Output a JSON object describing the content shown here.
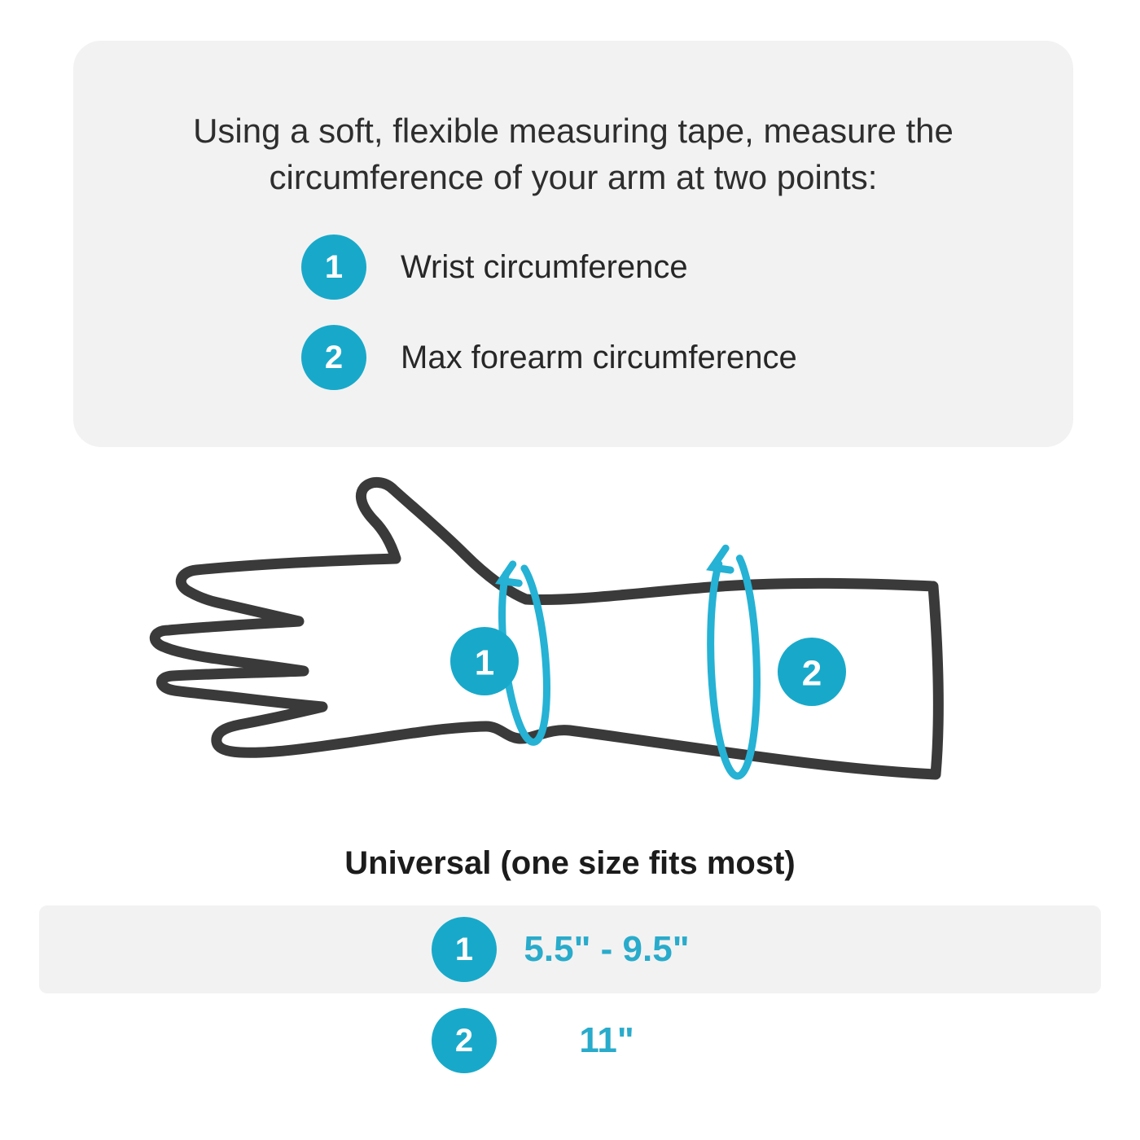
{
  "colors": {
    "teal": "#18A9CA",
    "teal_loop": "#25B2D4",
    "teal_text": "#29ABCB",
    "outline_gray": "#3A3A3A",
    "panel_gray": "#F2F2F2",
    "text_dark": "#2E2E2E"
  },
  "instructions": {
    "line1": "Using a soft, flexible measuring tape, measure the",
    "line2": "circumference of your arm at two points:",
    "steps": [
      {
        "number": "1",
        "label": "Wrist circumference"
      },
      {
        "number": "2",
        "label": "Max forearm circumference"
      }
    ]
  },
  "diagram": {
    "markers": [
      {
        "number": "1"
      },
      {
        "number": "2"
      }
    ]
  },
  "sizing": {
    "title": "Universal (one size fits most)",
    "rows": [
      {
        "number": "1",
        "value": "5.5\" - 9.5\""
      },
      {
        "number": "2",
        "value": "11\""
      }
    ]
  }
}
